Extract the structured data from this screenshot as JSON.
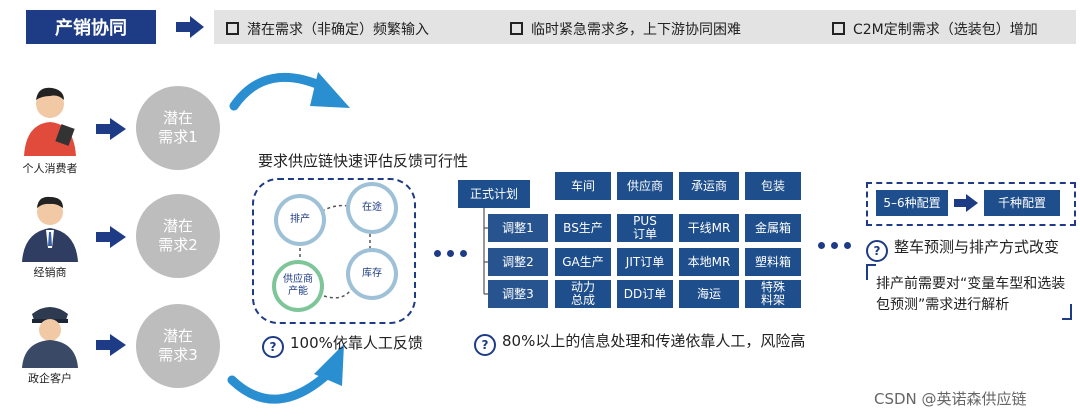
{
  "header": {
    "title": "产销协同",
    "items": [
      "潜在需求（非确定）频繁输入",
      "临时紧急需求多，上下游协同困难",
      "C2M定制需求（选装包）增加"
    ]
  },
  "customers": [
    {
      "label": "个人消费者",
      "demand": "潜在\n需求1"
    },
    {
      "label": "经销商",
      "demand": "潜在\n需求2"
    },
    {
      "label": "政企客户",
      "demand": "潜在\n需求3"
    }
  ],
  "cycle": {
    "caption": "要求供应链快速评估反馈可行性",
    "nodes": [
      "排产",
      "在途",
      "供应商\n产能",
      "库存"
    ],
    "footer": "100%依靠人工反馈"
  },
  "plan": {
    "root": "正式计划",
    "header": [
      "车间",
      "供应商",
      "承运商",
      "包装"
    ],
    "rows": [
      {
        "label": "调整1",
        "cells": [
          "BS生产",
          "PUS\n订单",
          "干线MR",
          "金属箱"
        ]
      },
      {
        "label": "调整2",
        "cells": [
          "GA生产",
          "JIT订单",
          "本地MR",
          "塑料箱"
        ]
      },
      {
        "label": "调整3",
        "cells": [
          "动力\n总成",
          "DD订单",
          "海运",
          "特殊\n料架"
        ]
      }
    ],
    "footer": "80%以上的信息处理和传递依靠人工，风险高"
  },
  "right": {
    "from": "5–6种配置",
    "to": "千种配置",
    "question": "整车预测与排产方式改变",
    "note": "排产前需要对“变量车型和选装包预测”需求进行解析"
  },
  "watermark": "CSDN @英诺森供应链",
  "colors": {
    "navy": "#1e3c86",
    "cell": "#1e4e8c",
    "grey": "#bdbdbd",
    "arc": "#2a8fd0"
  }
}
